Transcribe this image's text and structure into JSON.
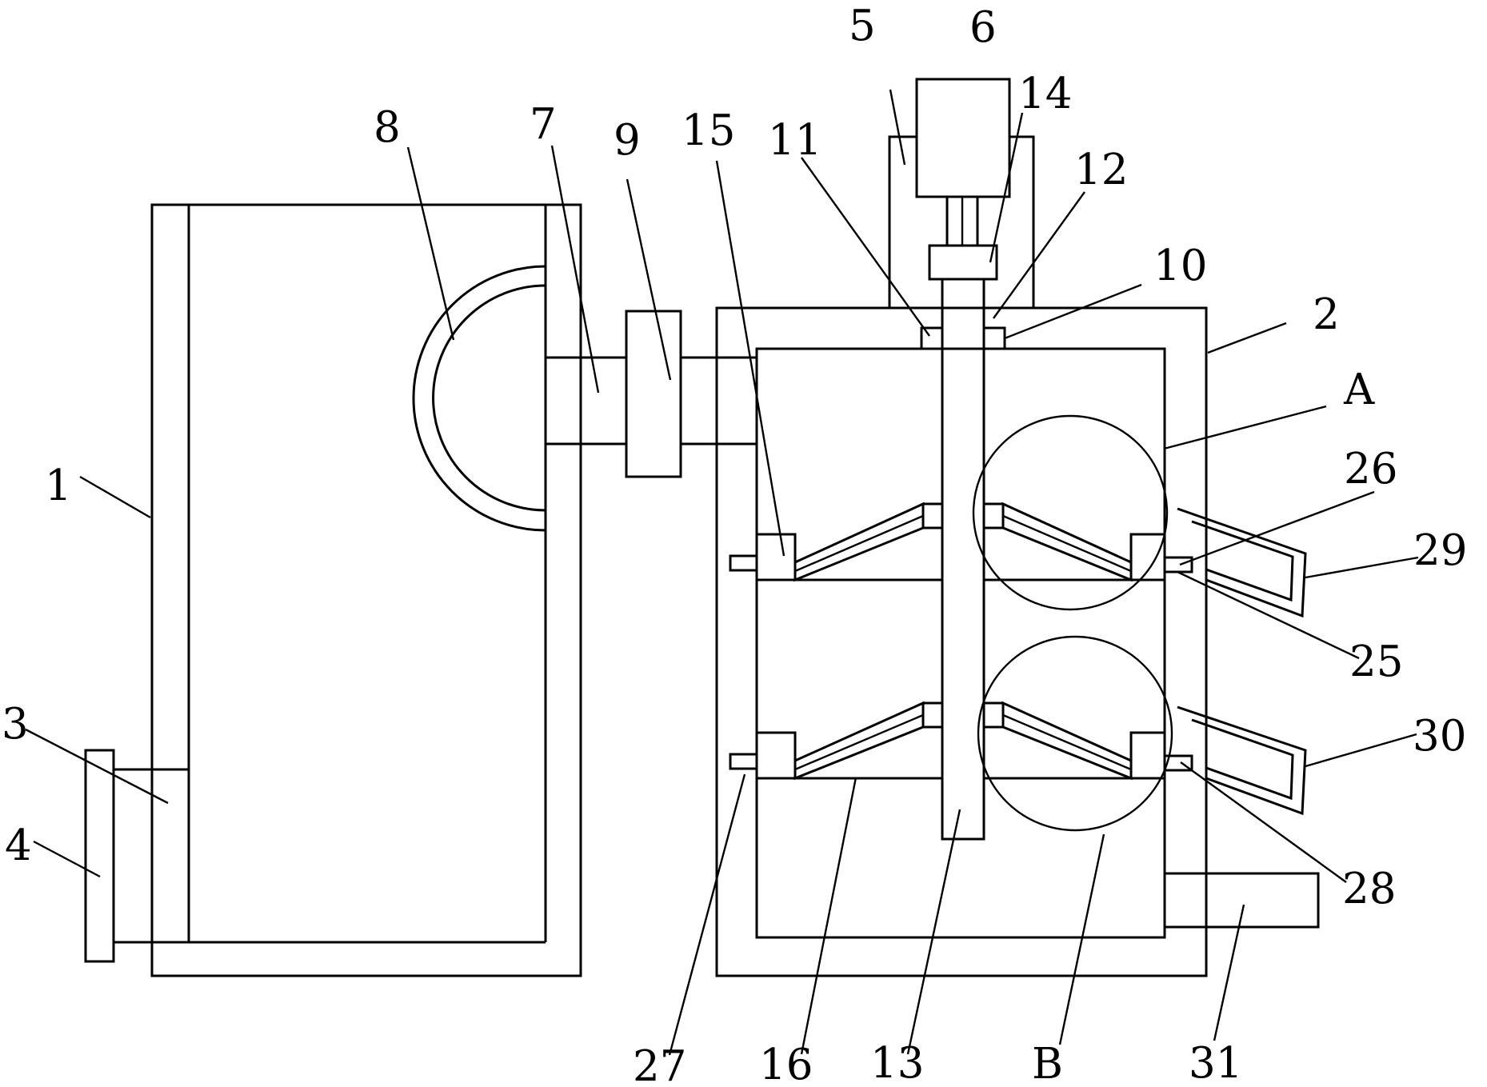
{
  "figure": {
    "labels": {
      "l1": "1",
      "l2": "2",
      "l3": "3",
      "l4": "4",
      "l5": "5",
      "l6": "6",
      "l7": "7",
      "l8": "8",
      "l9": "9",
      "l10": "10",
      "l11": "11",
      "l12": "12",
      "l13": "13",
      "l14": "14",
      "l15": "15",
      "l16": "16",
      "l25": "25",
      "l26": "26",
      "l27": "27",
      "l28": "28",
      "l29": "29",
      "l30": "30",
      "l31": "31",
      "lA": "A",
      "lB": "B"
    }
  }
}
